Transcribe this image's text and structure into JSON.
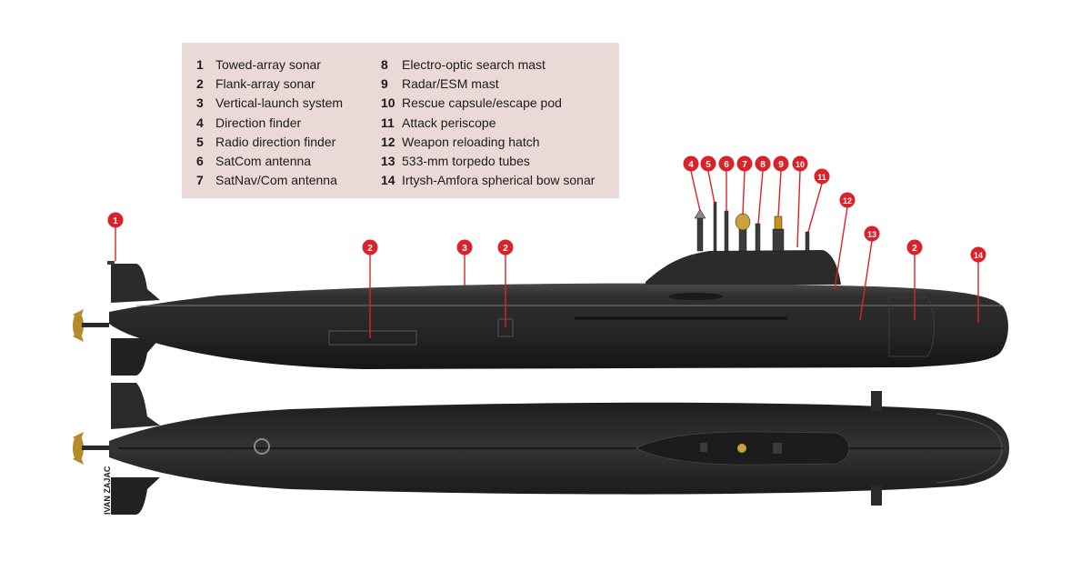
{
  "legend": {
    "col1": [
      {
        "num": "1",
        "label": "Towed-array sonar"
      },
      {
        "num": "2",
        "label": "Flank-array sonar"
      },
      {
        "num": "3",
        "label": "Vertical-launch system"
      },
      {
        "num": "4",
        "label": "Direction finder"
      },
      {
        "num": "5",
        "label": "Radio direction finder"
      },
      {
        "num": "6",
        "label": "SatCom antenna"
      },
      {
        "num": "7",
        "label": "SatNav/Com antenna"
      }
    ],
    "col2": [
      {
        "num": "8",
        "label": "Electro-optic search mast"
      },
      {
        "num": "9",
        "label": "Radar/ESM mast"
      },
      {
        "num": "10",
        "label": "Rescue capsule/escape pod"
      },
      {
        "num": "11",
        "label": "Attack periscope"
      },
      {
        "num": "12",
        "label": "Weapon reloading hatch"
      },
      {
        "num": "13",
        "label": "533-mm torpedo tubes"
      },
      {
        "num": "14",
        "label": "Irtysh-Amfora spherical bow sonar"
      }
    ]
  },
  "markers": [
    "1",
    "2",
    "3",
    "2",
    "4",
    "5",
    "6",
    "7",
    "8",
    "9",
    "10",
    "11",
    "12",
    "13",
    "2",
    "14"
  ],
  "credit": "IVAN ZAJAC",
  "colors": {
    "hull": "#262626",
    "marker": "#d9232a",
    "legend_bg": "#ead9d7",
    "propeller": "#b58a2c"
  }
}
